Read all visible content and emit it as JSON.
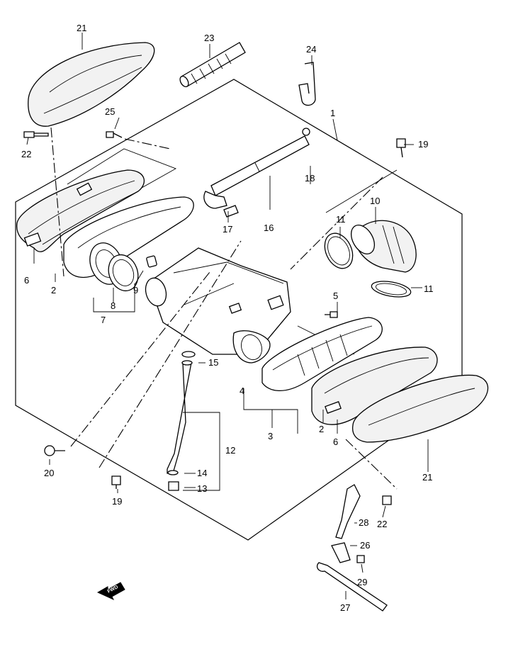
{
  "diagram": {
    "title": "",
    "fwd_label": "FWD",
    "part_numbers": {
      "p1": "1",
      "p2a": "2",
      "p2b": "2",
      "p3": "3",
      "p4": "4",
      "p5": "5",
      "p6a": "6",
      "p6b": "6",
      "p7": "7",
      "p8": "8",
      "p9": "9",
      "p10": "10",
      "p11a": "11",
      "p11b": "11",
      "p12": "12",
      "p13": "13",
      "p14": "14",
      "p15": "15",
      "p16": "16",
      "p17": "17",
      "p18": "18",
      "p19a": "19",
      "p19b": "19",
      "p20": "20",
      "p21a": "21",
      "p21b": "21",
      "p22a": "22",
      "p22b": "22",
      "p23": "23",
      "p24": "24",
      "p25": "25",
      "p26": "26",
      "p27": "27",
      "p28": "28",
      "p29": "29"
    }
  }
}
